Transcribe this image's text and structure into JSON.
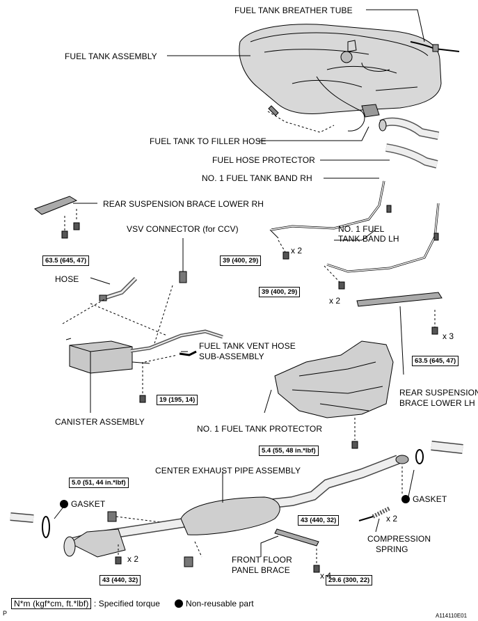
{
  "labels": {
    "breather_tube": "FUEL TANK BREATHER TUBE",
    "tank_assembly": "FUEL TANK ASSEMBLY",
    "filler_hose": "FUEL TANK TO FILLER HOSE",
    "hose_protector": "FUEL HOSE PROTECTOR",
    "band_rh": "NO. 1 FUEL TANK BAND  RH",
    "brace_lower_rh": "REAR SUSPENSION BRACE LOWER RH",
    "vsv_connector": "VSV CONNECTOR (for CCV)",
    "band_lh_1": "NO. 1 FUEL",
    "band_lh_2": "TANK BAND LH",
    "hose": "HOSE",
    "vent_hose_1": "FUEL TANK VENT HOSE",
    "vent_hose_2": "SUB-ASSEMBLY",
    "canister": "CANISTER ASSEMBLY",
    "tank_protector": "NO. 1 FUEL TANK PROTECTOR",
    "brace_lower_lh_1": "REAR SUSPENSION",
    "brace_lower_lh_2": "BRACE LOWER LH",
    "center_pipe": "CENTER EXHAUST PIPE ASSEMBLY",
    "gasket_left": "GASKET",
    "gasket_right": "GASKET",
    "compression_spring_1": "COMPRESSION",
    "compression_spring_2": "SPRING",
    "floor_brace_1": "FRONT FLOOR",
    "floor_brace_2": "PANEL BRACE"
  },
  "torques": {
    "t_brace_rh": "63.5 (645, 47)",
    "t_band_rh": "39 (400, 29)",
    "t_band_lh": "39 (400, 29)",
    "t_brace_lh": "63.5 (645, 47)",
    "t_canister": "19 (195, 14)",
    "t_protector": "5.4 (55, 48 in.*lbf)",
    "t_pipe_front": "5.0 (51, 44 in.*lbf)",
    "t_spring_bolt": "43 (440, 32)",
    "t_flange_left": "43 (440, 32)",
    "t_floor_brace": "29.6 (300, 22)"
  },
  "multipliers": {
    "m_band_rh": "x 2",
    "m_band_lh": "x 2",
    "m_brace_lh": "x 3",
    "m_spring": "x 2",
    "m_flange": "x 2",
    "m_floor": "x 4"
  },
  "legend": {
    "unit_box": "N*m (kgf*cm, ft.*lbf)",
    "unit_text": ": Specified torque",
    "nonreusable": "Non-reusable part"
  },
  "corner": {
    "left": "P",
    "code": "A114110E01"
  }
}
